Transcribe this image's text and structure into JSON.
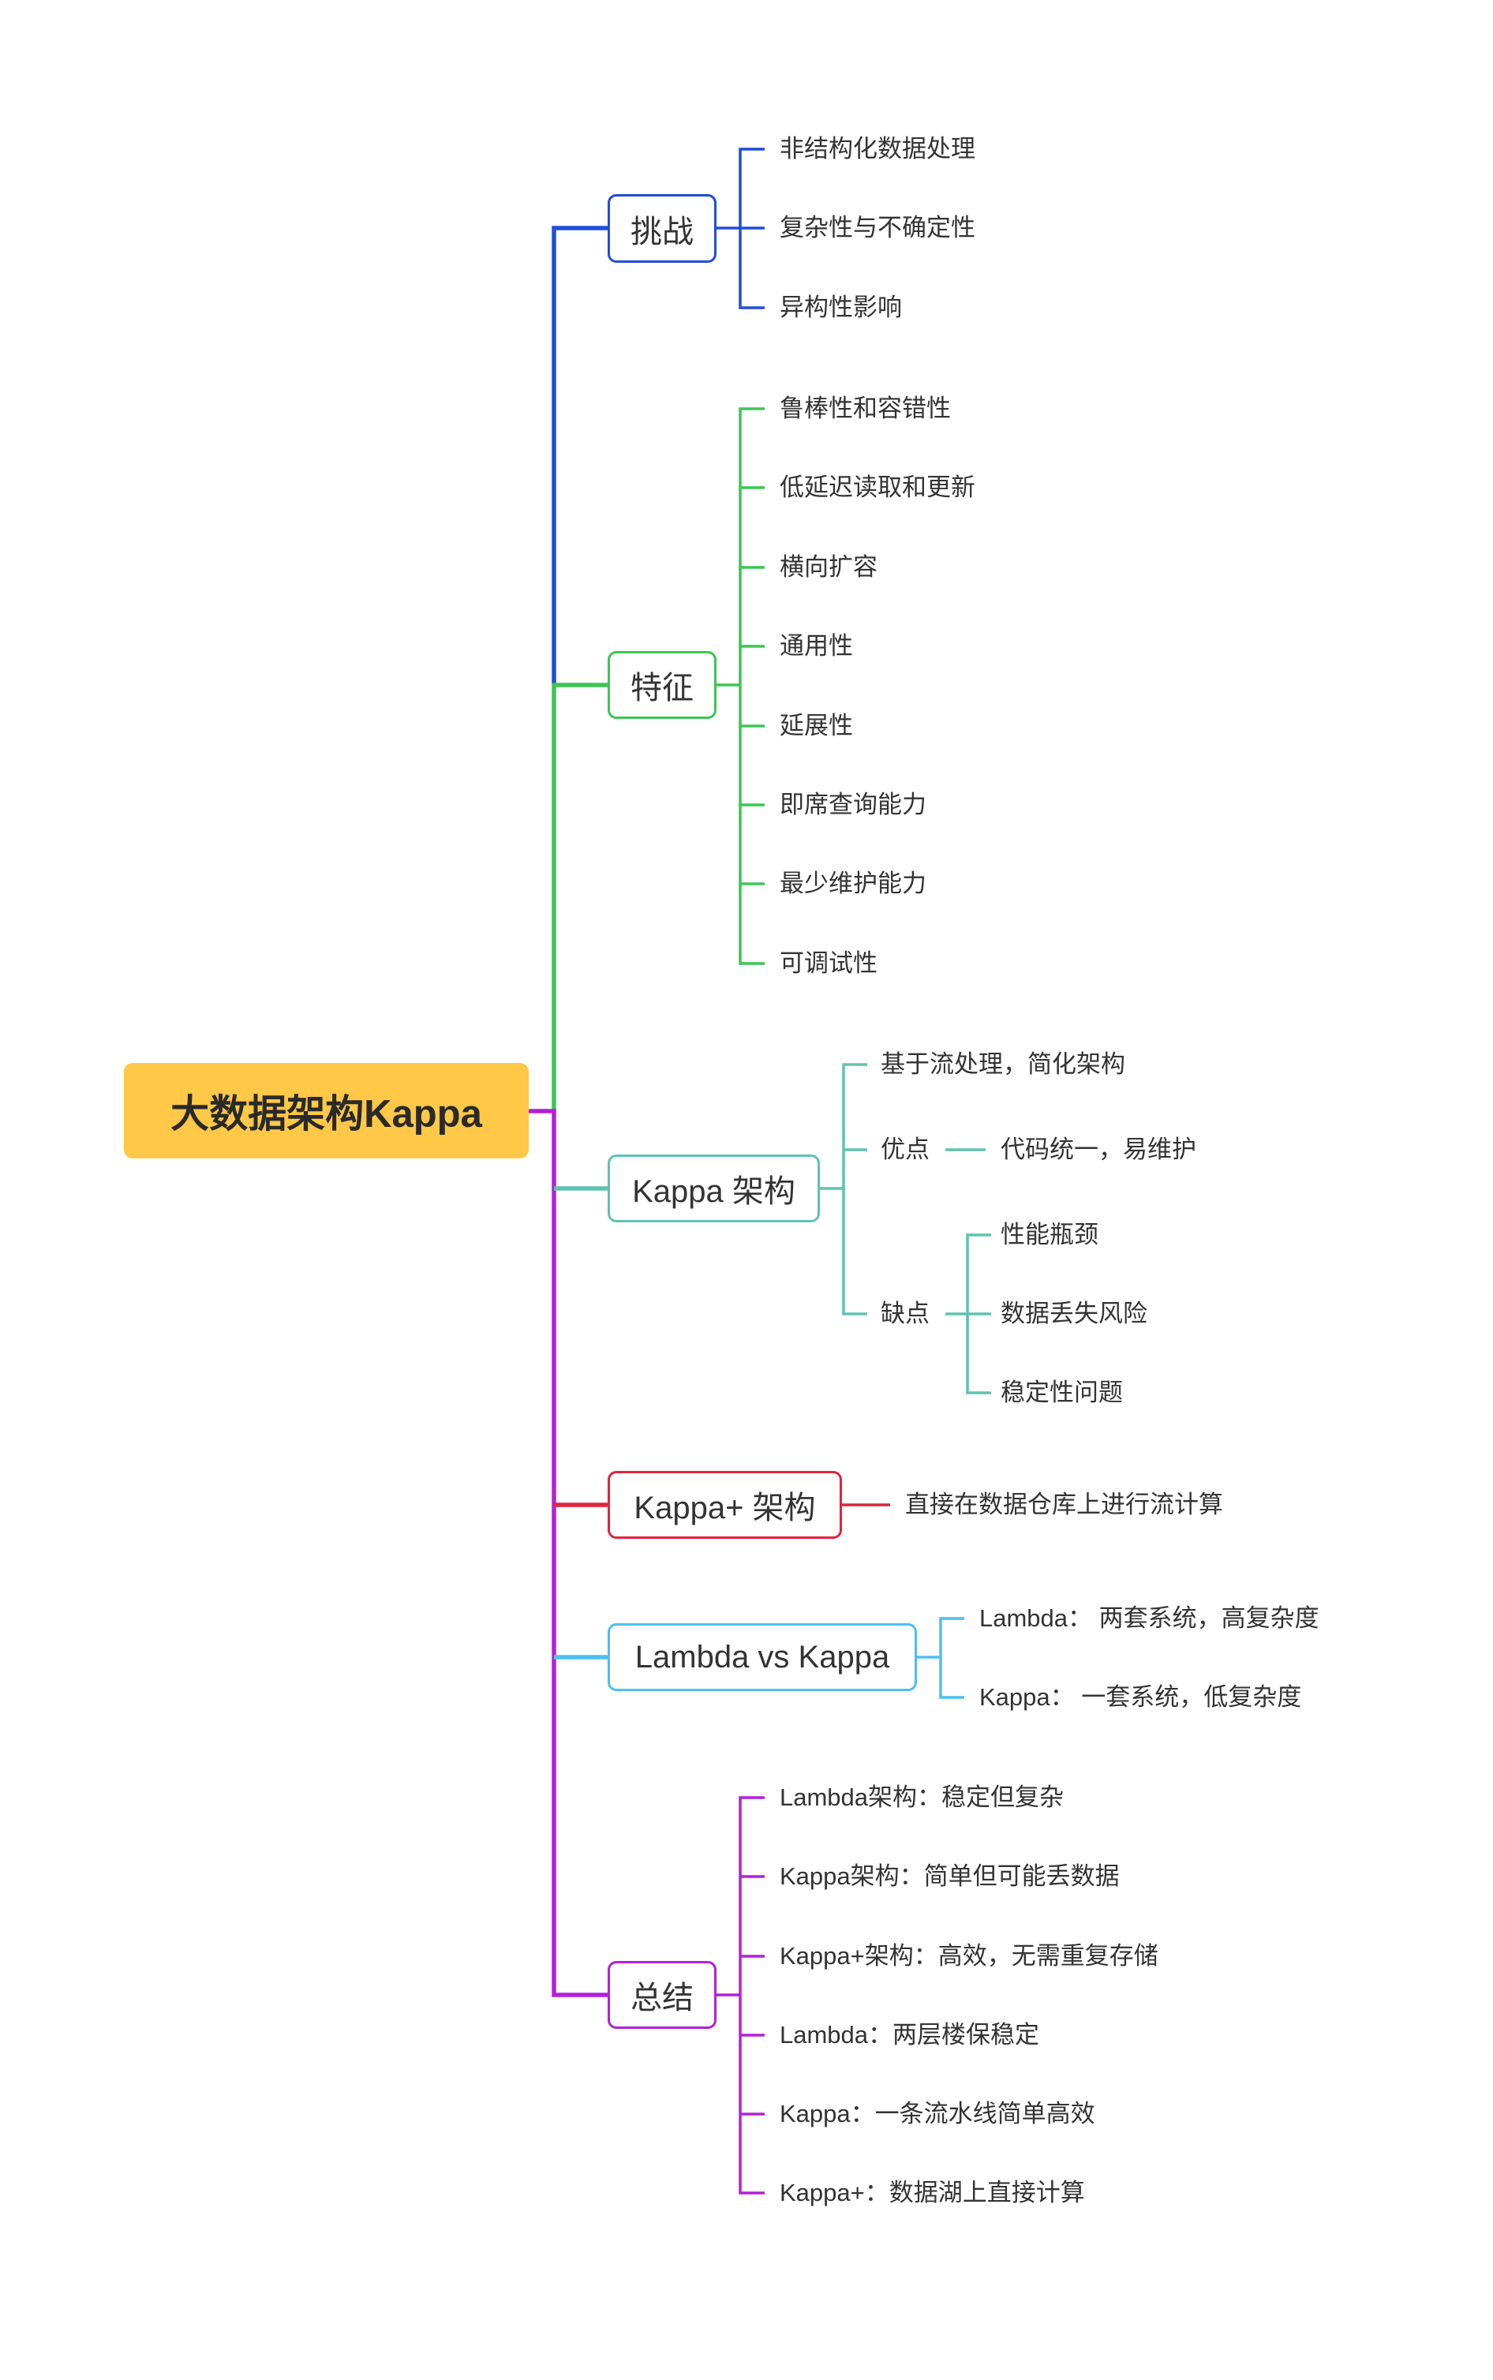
{
  "root": {
    "label": "大数据架构Kappa",
    "color": "#FFC847"
  },
  "text_color": "#333333",
  "branches": [
    {
      "label": "挑战",
      "color": "#1F4ED8",
      "items": [
        "非结构化数据处理",
        "复杂性与不确定性",
        "异构性影响"
      ]
    },
    {
      "label": "特征",
      "color": "#3BC653",
      "items": [
        "鲁棒性和容错性",
        "低延迟读取和更新",
        "横向扩容",
        "通用性",
        "延展性",
        "即席查询能力",
        "最少维护能力",
        "可调试性"
      ]
    },
    {
      "label": "Kappa 架构",
      "color": "#5FC3AE",
      "items": [
        {
          "label": "基于流处理，简化架构"
        },
        {
          "label": "优点",
          "children": [
            "代码统一，易维护"
          ]
        },
        {
          "label": "缺点",
          "children": [
            "性能瓶颈",
            "数据丢失风险",
            "稳定性问题"
          ]
        }
      ]
    },
    {
      "label": "Kappa+ 架构",
      "color": "#E1243E",
      "items": [
        "直接在数据仓库上进行流计算"
      ]
    },
    {
      "label": "Lambda vs Kappa",
      "color": "#4DBFF0",
      "items": [
        "Lambda： 两套系统，高复杂度",
        "Kappa： 一套系统，低复杂度"
      ]
    },
    {
      "label": "总结",
      "color": "#B320D8",
      "items": [
        "Lambda架构：稳定但复杂",
        "Kappa架构：简单但可能丢数据",
        "Kappa+架构：高效，无需重复存储",
        "Lambda：两层楼保稳定",
        "Kappa：一条流水线简单高效",
        "Kappa+：数据湖上直接计算"
      ]
    }
  ]
}
